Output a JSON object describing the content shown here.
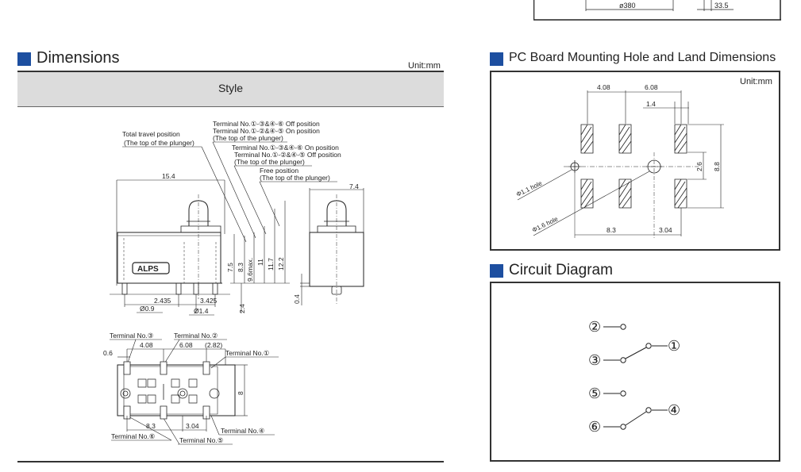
{
  "top_box": {
    "dim_left": "ø380",
    "dim_right": "33.5"
  },
  "dimensions": {
    "title": "Dimensions",
    "unit": "Unit:mm",
    "style_label": "Style",
    "side": {
      "total_travel": "Total travel position",
      "total_travel_sub": "(The top of the plunger)",
      "t1": "Terminal  No.①-③&④-⑥ Off position",
      "t2": "Terminal  No.①-②&④-⑤ On position",
      "t3": "(The top of the plunger)",
      "t4": "Terminal No.①-③&④-⑥ On position",
      "t5": "Terminal  No.①-②&④-⑤ Off position",
      "t6": "(The top of the plunger)",
      "free": "Free position",
      "free_sub": "(The top of the plunger)",
      "w154": "15.4",
      "w74": "7.4",
      "brand": "ALPS",
      "v75": "7.5",
      "v83": "8.3",
      "v96": "9.6max.",
      "v11": "11",
      "v117": "11.7",
      "v122": "12.2",
      "v24": "2.4",
      "v04": "0.4",
      "h2435": "2.435",
      "h3425": "3.425",
      "d09": "Ø0.9",
      "d14": "Ø1.4"
    },
    "bottom": {
      "term3": "Terminal No.③",
      "term2": "Terminal No.②",
      "term1": "Terminal No.①",
      "term4": "Terminal No.④",
      "term5": "Terminal No.⑤",
      "term6": "Terminal No.⑥",
      "d06": "0.6",
      "d408": "4.08",
      "d608": "6.08",
      "d282": "(2.82)",
      "d8": "8",
      "d83": "8.3",
      "d304": "3.04"
    }
  },
  "pcb": {
    "title": "PC Board Mounting Hole and Land Dimensions",
    "unit": "Unit:mm",
    "d408": "4.08",
    "d608": "6.08",
    "d14": "1.4",
    "d26": "2.6",
    "d88": "8.8",
    "hole1": "Φ1.1 hole",
    "hole2": "Φ1.6 hole",
    "d83": "8.3",
    "d304": "3.04"
  },
  "circuit": {
    "title": "Circuit Diagram",
    "n1": "①",
    "n2": "②",
    "n3": "③",
    "n4": "④",
    "n5": "⑤",
    "n6": "⑥"
  }
}
